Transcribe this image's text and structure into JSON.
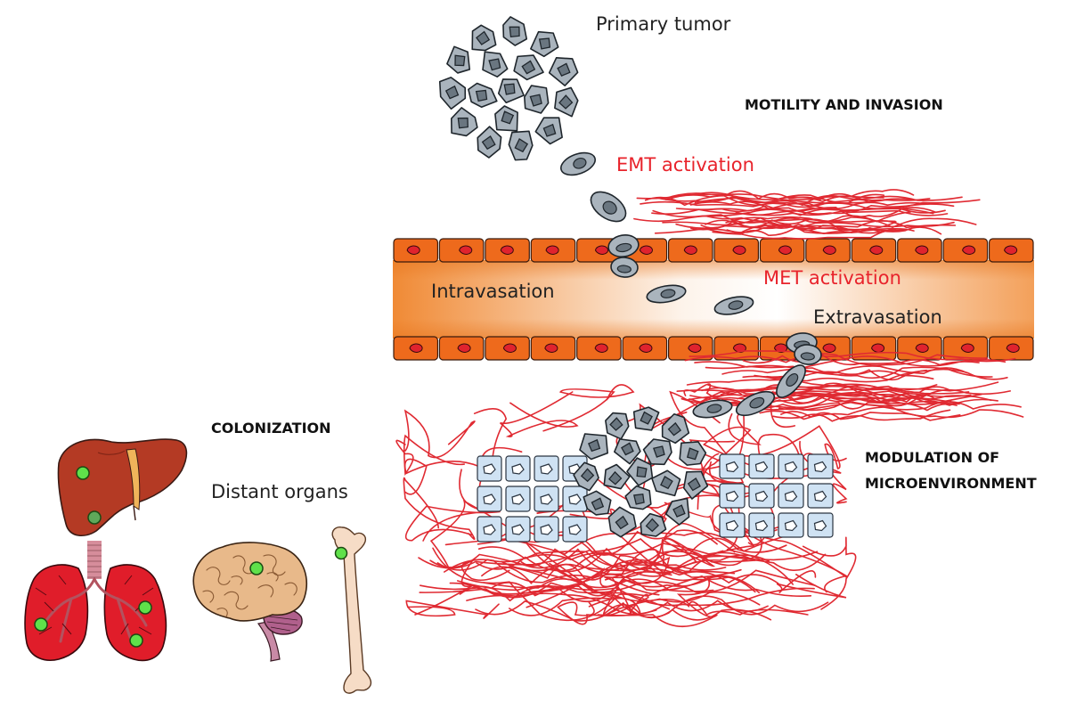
{
  "labels": {
    "primary_tumor": "Primary tumor",
    "motility_and_invasion": "MOTILITY AND INVASION",
    "emt_activation": "EMT activation",
    "intravasation": "Intravasation",
    "met_activation": "MET activation",
    "extravasation": "Extravasation",
    "colonization": "COLONIZATION",
    "distant_organs": "Distant organs",
    "modulation_line1": "MODULATION OF",
    "modulation_line2": "MICROENVIRONMENT"
  },
  "colors": {
    "vessel_wall": "#ee6a1c",
    "vessel_nucleus": "#e0232e",
    "vessel_lumen": "#f4a05a",
    "fiber_red": "#e02a32",
    "tumor_cell": "#aab4bd",
    "tumor_nucleus": "#6a7680",
    "tissue_cell": "#cfe2f3",
    "liver": "#b43a24",
    "lung": "#e01d2a",
    "brain": "#e8b98a",
    "bone": "#f6dcc6",
    "metastasis_dot": "#5fe14a",
    "text_red": "#e8232b",
    "text_dark": "#222222"
  },
  "icons": [
    "liver-icon",
    "lungs-icon",
    "brain-icon",
    "bone-icon"
  ]
}
